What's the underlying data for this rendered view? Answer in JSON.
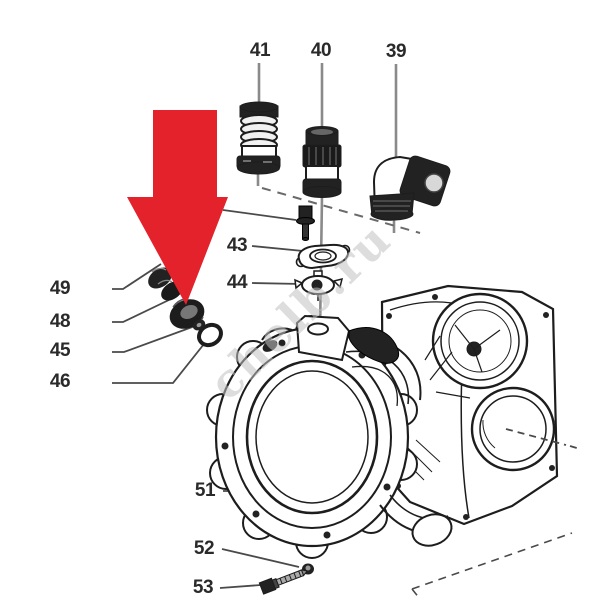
{
  "watermark": "chelb.ru",
  "colors": {
    "arrow": "#e3222b",
    "ink": "#1d1d1d",
    "leader": "#4a4a4a",
    "guide": "#8a8a8a",
    "watermark": "#c2c2c2"
  },
  "labels": {
    "l39": "39",
    "l40": "40",
    "l41": "41",
    "l43": "43",
    "l44": "44",
    "l45": "45",
    "l46": "46",
    "l48": "48",
    "l49": "49",
    "l51": "51",
    "l52": "52",
    "l53": "53"
  }
}
